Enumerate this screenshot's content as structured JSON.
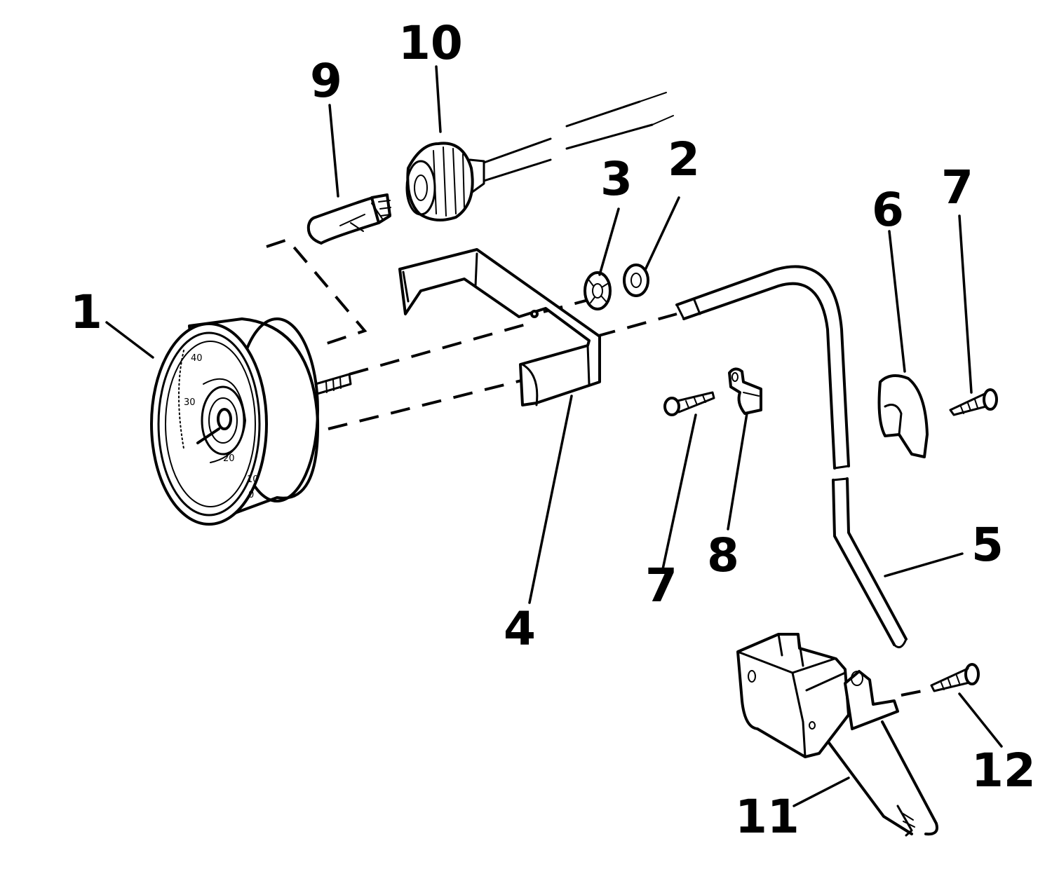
{
  "callouts": [
    {
      "id": "1",
      "label": "1"
    },
    {
      "id": "2",
      "label": "2"
    },
    {
      "id": "3",
      "label": "3"
    },
    {
      "id": "4",
      "label": "4"
    },
    {
      "id": "5",
      "label": "5"
    },
    {
      "id": "6",
      "label": "6"
    },
    {
      "id": "7a",
      "label": "7"
    },
    {
      "id": "7b",
      "label": "7"
    },
    {
      "id": "8",
      "label": "8"
    },
    {
      "id": "9",
      "label": "9"
    },
    {
      "id": "10",
      "label": "10"
    },
    {
      "id": "11",
      "label": "11"
    },
    {
      "id": "12",
      "label": "12"
    }
  ],
  "gauge": {
    "dial_marks": [
      "40",
      "30",
      "20",
      "10",
      "0"
    ]
  }
}
